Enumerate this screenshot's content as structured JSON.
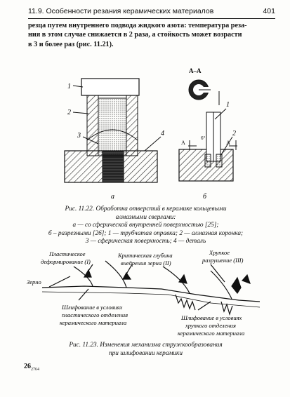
{
  "header": {
    "title": "11.9. Особенности резания керамических материалов",
    "page_number": "401"
  },
  "paragraph": [
    "резца путем внутреннего подвода жидкого азота: температура реза-",
    "ния в этом случае снижается в 2 раза, а стойкость может возрасти",
    "в 3 и более раз (рис. 11.21)."
  ],
  "figure_1122": {
    "label_a": "а",
    "label_b": "б",
    "section_label": "А–А",
    "part_numbers": [
      "1",
      "2",
      "3",
      "4"
    ],
    "section_marks": [
      "А",
      "А"
    ],
    "angle_label": "6°",
    "caption_lines": [
      "Рис. 11.22. Обработка отверстий в керамике кольцевыми",
      "алмазными сверлами:",
      "а — со сферической внутренней поверхностью [25];",
      "б – разрезными [26]; 1 — трубчатая оправка; 2 — алмазная коронка;",
      "3 — сферическая поверхность; 4 — деталь"
    ]
  },
  "figure_1123": {
    "label_plastic": [
      "Пластическое",
      "деформирование (I)"
    ],
    "label_critical": [
      "Критическая глубина",
      "внедрения зерна (II)"
    ],
    "label_brittle": [
      "Хрупкое",
      "разрушение (III)"
    ],
    "label_grain": "Зерно",
    "label_grind_plastic": [
      "Шлифование в условиях",
      "пластического отделения",
      "керамического материала"
    ],
    "label_grind_brittle": [
      "Шлифование в условиях",
      "хрупкого отделения",
      "керамического материала"
    ],
    "caption_lines": [
      "Рис. 11.23. Изменения механизма стружкообразования",
      "при шлифовании керамики"
    ]
  },
  "footer": {
    "signature": "26",
    "sub": "2764"
  }
}
